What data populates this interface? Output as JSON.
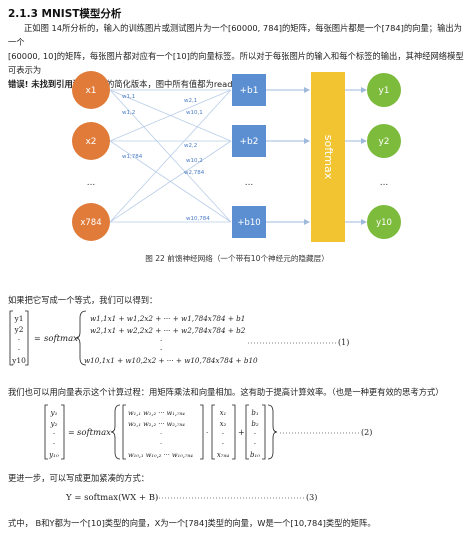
{
  "section": {
    "title": "2.1.3 MNIST模型分析"
  },
  "intro": {
    "line1": "正如图 14所分析的，输入的训练图片或测试图片为一个[60000, 784]的矩阵，每张图片都是一个[784]的向量；输出为一个",
    "line2": "[60000, 10]的矩阵，每张图片都对应有一个[10]的向量标签。所以对于每张图片的输入和每个标签的输出，其神经网络模型可表示为",
    "line3_error": "错误! 未找到引用源。",
    "line3_rest": "所示的简化版本，图中所有值都为read value。"
  },
  "diagram": {
    "inputs": [
      "x1",
      "x2",
      "...",
      "x784"
    ],
    "bias_nodes": [
      "+b1",
      "+b2",
      "...",
      "+b10"
    ],
    "softmax_label": "softmax",
    "outputs": [
      "y1",
      "y2",
      "...",
      "y10"
    ],
    "weight_labels": [
      "w1,1",
      "w2,1",
      "w10,1",
      "w1,2",
      "w2,2",
      "w10,2",
      "w1,784",
      "w2,784",
      "w10,784"
    ],
    "colors": {
      "input_node": "#e07b39",
      "bias_node": "#5b8fd1",
      "softmax_bar": "#f2c431",
      "output_node": "#7dbb3c",
      "edge": "#b9cde8",
      "weight_label": "#4a7bc4"
    }
  },
  "caption": "图 22 前馈神经网络（一个带有10个神经元的隐藏层）",
  "text1": "如果把它写成一个等式，我们可以得到：",
  "eq1": {
    "lhs": [
      "y1",
      "y2",
      "·",
      "·",
      "y10"
    ],
    "func": "softmax",
    "rows": [
      "w1,1x1 + w1,2x2 + ··· + w1,784x784 + b1",
      "w2,1x1 + w2,2x2 + ··· + w2,784x784 + b2",
      "·",
      "·",
      "w10,1x1 + w10,2x2 + ··· + w10,784x784 + b10"
    ],
    "number": "(1)"
  },
  "text2": "我们也可以用向量表示这个计算过程：用矩阵乘法和向量相加。这有助于提高计算效率。（也是一种更有效的思考方式）",
  "eq2": {
    "func": "softmax",
    "number": "(2)"
  },
  "text3": "更进一步，可以写成更加紧凑的方式：",
  "eq3": {
    "formula": "Y = softmax(WX + B)",
    "number": "(3)"
  },
  "text4": "式中，  B和Y都为一个[10]类型的向量，X为一个[784]类型的向量，W是一个[10,784]类型的矩阵。"
}
